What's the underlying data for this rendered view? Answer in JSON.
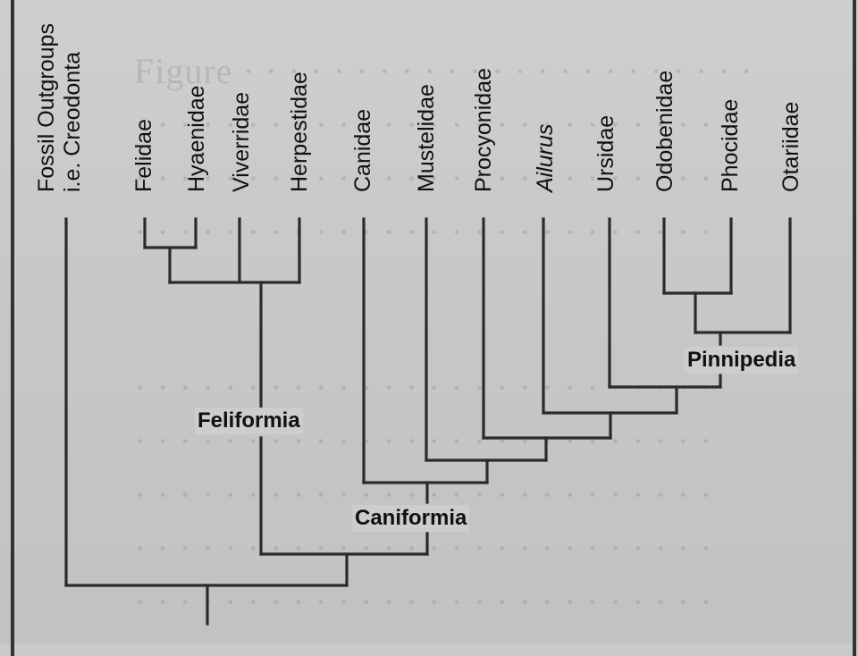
{
  "taxa": {
    "fossil_outgroups": [
      "Fossil Outgroups",
      "i.e. Creodonta"
    ],
    "felidae": "Felidae",
    "hyaenidae": "Hyaenidae",
    "viverridae": "Viverridae",
    "herpestidae": "Herpestidae",
    "canidae": "Canidae",
    "mustelidae": "Mustelidae",
    "procyonidae": "Procyonidae",
    "ailurus": "Ailurus",
    "ursidae": "Ursidae",
    "odobenidae": "Odobenidae",
    "phocidae": "Phocidae",
    "otariidae": "Otariidae"
  },
  "clades": {
    "feliformia": "Feliformia",
    "caniformia": "Caniformia",
    "pinnipedia": "Pinnipedia"
  },
  "colors": {
    "ink": "#111111",
    "branch": "#2b2b2b",
    "paper": "#c9c9c9"
  }
}
